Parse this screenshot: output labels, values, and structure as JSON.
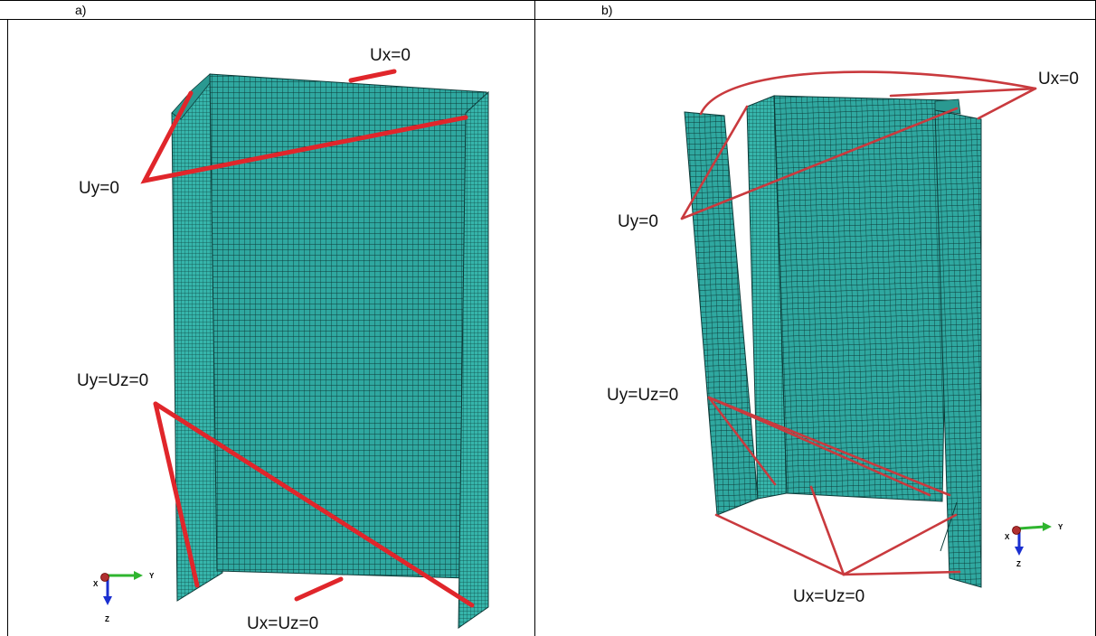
{
  "panels": [
    {
      "label": "a)",
      "annotations": {
        "ux_top": "Ux=0",
        "uy": "Uy=0",
        "uyuz": "Uy=Uz=0",
        "uxuz": "Ux=Uz=0"
      },
      "axes": {
        "x": "X",
        "y": "Y",
        "z": "Z"
      }
    },
    {
      "label": "b)",
      "annotations": {
        "ux_top": "Ux=0",
        "uy": "Uy=0",
        "uyuz": "Uy=Uz=0",
        "uxuz": "Ux=Uz=0"
      },
      "axes": {
        "x": "X",
        "y": "Y",
        "z": "Z"
      }
    }
  ],
  "colors": {
    "mesh_fill": "#2fa8a0",
    "mesh_lines": "#0c3a38",
    "constraint_lines": "#e0262b",
    "axis_y": "#2fb52f",
    "axis_z": "#1a2fd0",
    "axis_x": "#b03030"
  }
}
